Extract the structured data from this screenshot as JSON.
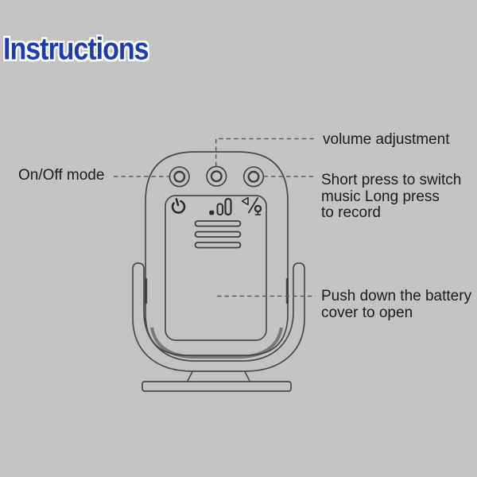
{
  "title": {
    "text": "Instructions"
  },
  "colors": {
    "background": "#c3c3c3",
    "title_blue": "#1d3cb0",
    "title_outline": "#ffffff",
    "drawing_line": "#4a4a4a",
    "dash_line": "#5f5f5f",
    "label_text": "#1c1c1c"
  },
  "callouts": {
    "volume": {
      "label": "volume adjustment"
    },
    "on_off": {
      "label": "On/Off mode"
    },
    "music": {
      "lines": [
        "Short press to switch",
        "music Long press",
        "to record"
      ]
    },
    "battery": {
      "lines": [
        "Push down the battery",
        "cover to open"
      ]
    }
  },
  "device": {
    "icons": {
      "power": "power-icon",
      "volume_bars": "volume-level-icon",
      "music_record": "music-record-mic-icon"
    },
    "buttons": [
      "on-off-button",
      "volume-button",
      "music-record-button"
    ]
  }
}
